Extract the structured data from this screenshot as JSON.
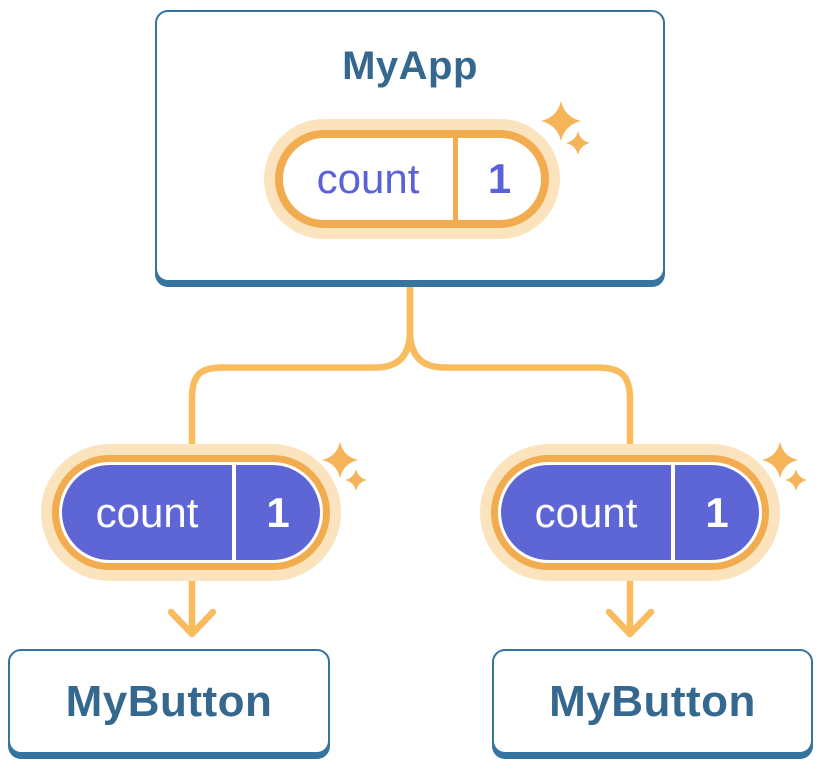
{
  "diagram": {
    "root": {
      "title": "MyApp",
      "state": {
        "label": "count",
        "value": "1"
      }
    },
    "children": [
      {
        "title": "MyButton",
        "prop": {
          "label": "count",
          "value": "1"
        }
      },
      {
        "title": "MyButton",
        "prop": {
          "label": "count",
          "value": "1"
        }
      }
    ]
  },
  "icons": {
    "decoration": "sparkle-icon"
  },
  "colors": {
    "card_border_blue": "#35749E",
    "card_text_blue": "#35688F",
    "connector_orange": "#F8BB5D",
    "pill_ring_orange": "#F2AC50",
    "pill_halo_orange": "#FAE3BD",
    "pill_purple": "#5E66D6",
    "pill_text_purple": "#5B62D8",
    "pill_text_white": "#FFFFFF",
    "sparkle_orange": "#F6B45A",
    "background": "#FFFFFF"
  }
}
